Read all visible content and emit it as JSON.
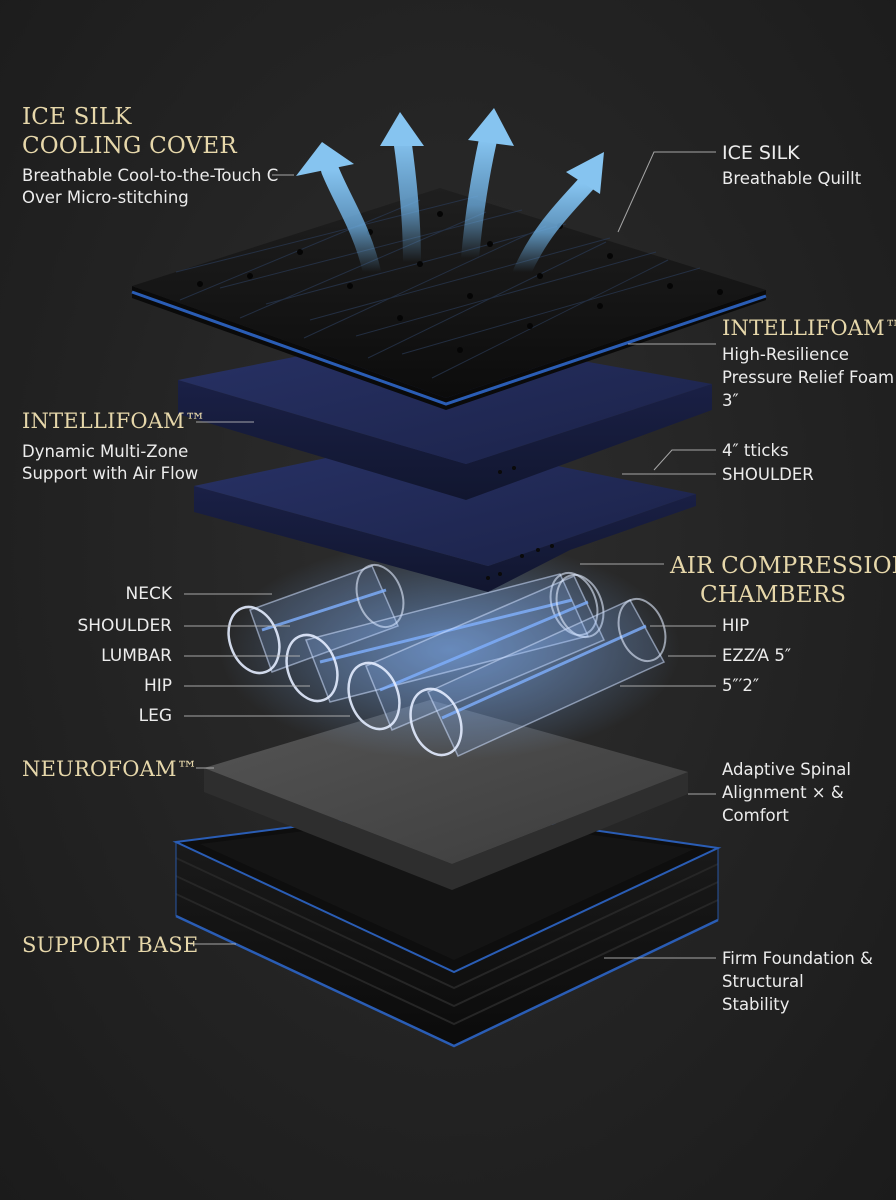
{
  "labels": {
    "ice_silk_cover": {
      "title_line1": "ICE SILK",
      "title_line2": "COOLING COVER",
      "desc_line1": "Breathable Cool-to-the-Touch C",
      "desc_line2": "Over Micro-stitching"
    },
    "ice_silk_quilt": {
      "line1": "ICE SILK",
      "line2": "Breathable Quillt"
    },
    "intellifoam_right": {
      "title": "INTELLIFOAM™",
      "desc_line1": "High-Resilience",
      "desc_line2": "Pressure Relief Foam",
      "desc_line3": "3″"
    },
    "intellifoam_left": {
      "title": "INTELLIFOAM™",
      "desc_line1": "Dynamic Multi-Zone",
      "desc_line2": "Support with Air Flow"
    },
    "thickness_shoulder": {
      "line1": "4″ tticks",
      "line2": "SHOULDER"
    },
    "air_chambers": {
      "line1": "AIR COMPRESSION",
      "line2": "CHAMBERS"
    },
    "zones_left": [
      "NECK",
      "SHOULDER",
      "LUMBAR",
      "HIP",
      "LEG"
    ],
    "zones_right": [
      "HIP",
      "EZZ⁄A 5″",
      "5″′2″"
    ],
    "neurofoam": {
      "title": "NEUROFOAM™",
      "desc_line1": "Adaptive Spinal",
      "desc_line2": "Alignment × &",
      "desc_line3": "Comfort"
    },
    "support_base": {
      "title": "SUPPORT BASE",
      "desc_line1": "Firm Foundation &",
      "desc_line2": "Structural",
      "desc_line3": "Stability"
    }
  },
  "colors": {
    "background": "#232323",
    "gold_text": "#e6d7aa",
    "white_text": "#ececec",
    "cover_black": "#121212",
    "piping_blue": "#2a5db5",
    "foam_navy": "#1c2450",
    "neurofoam_gray": "#4a4a4a",
    "air_glow": "#6aa8ff",
    "arrow_blue": "#6fb3e8"
  }
}
